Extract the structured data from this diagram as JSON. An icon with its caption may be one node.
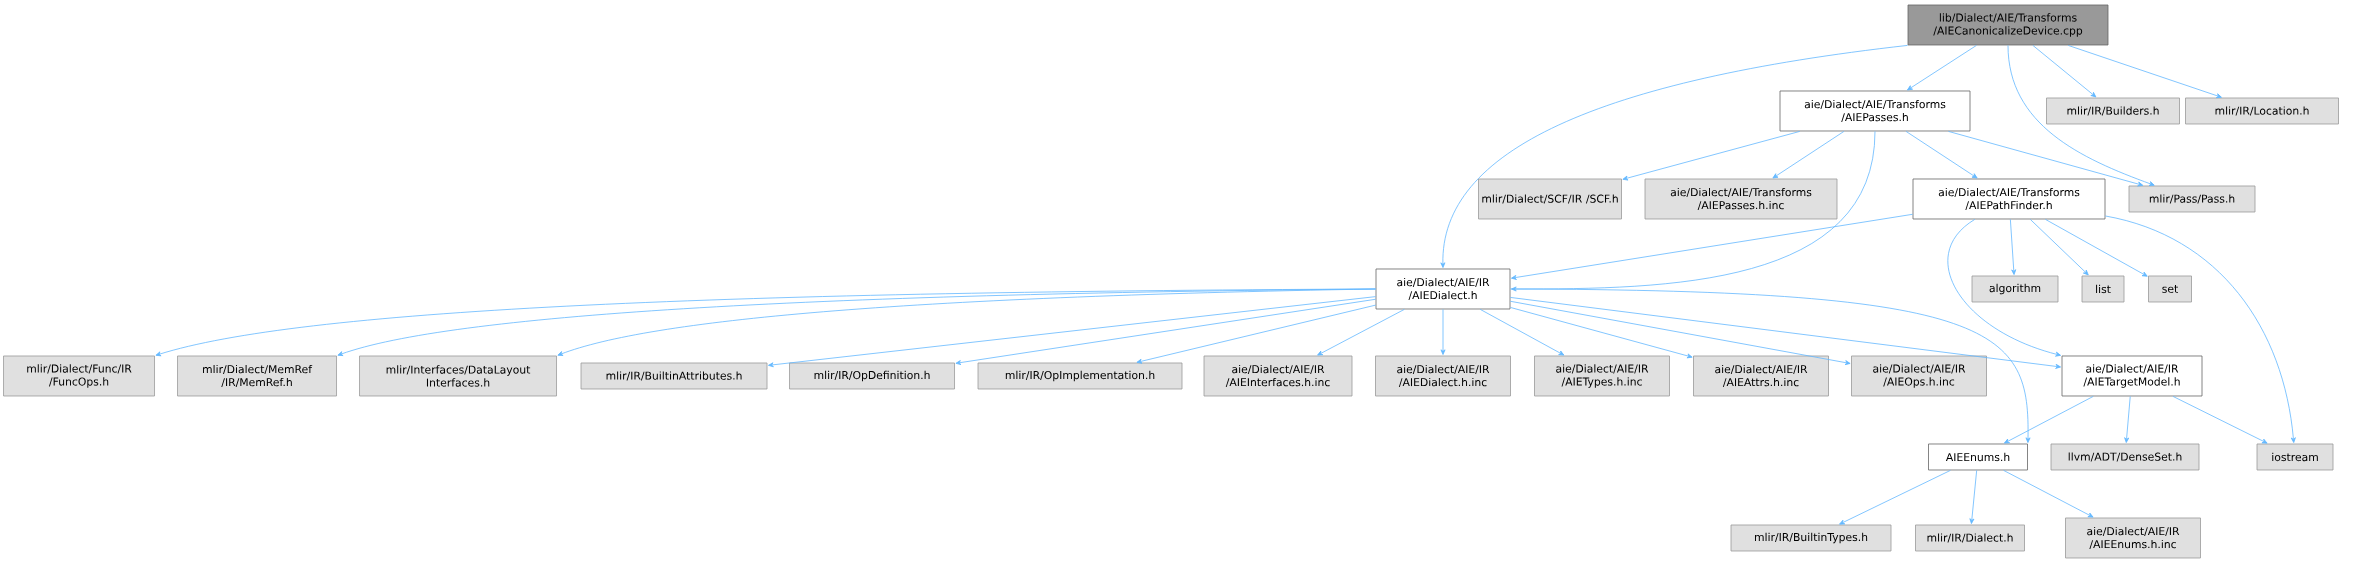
{
  "diagram": {
    "nodes": [
      {
        "text": [
          "lib/Dialect/AIE/Transforms /AIECanonicalizeDevice.cpp"
        ]
      },
      {
        "text": [
          "aie/Dialect/AIE/Transforms /AIEPasses.h"
        ]
      },
      {
        "text": [
          "mlir/IR/Builders.h"
        ]
      },
      {
        "text": [
          "mlir/IR/Location.h"
        ]
      },
      {
        "text": [
          "mlir/Dialect/SCF/IR /SCF.h"
        ]
      },
      {
        "text": [
          "aie/Dialect/AIE/Transforms /AIEPasses.h.inc"
        ]
      },
      {
        "text": [
          "aie/Dialect/AIE/Transforms /AIEPathFinder.h"
        ]
      },
      {
        "text": [
          "mlir/Pass/Pass.h"
        ]
      },
      {
        "text": [
          "aie/Dialect/AIE/IR /AIEDialect.h"
        ]
      },
      {
        "text": [
          "algorithm"
        ]
      },
      {
        "text": [
          "list"
        ]
      },
      {
        "text": [
          "set"
        ]
      },
      {
        "text": [
          "mlir/Dialect/Func/IR /FuncOps.h"
        ]
      },
      {
        "text": [
          "mlir/Dialect/MemRef /IR/MemRef.h"
        ]
      },
      {
        "text": [
          "mlir/Interfaces/DataLayout Interfaces.h"
        ]
      },
      {
        "text": [
          "mlir/IR/BuiltinAttributes.h"
        ]
      },
      {
        "text": [
          "mlir/IR/OpDefinition.h"
        ]
      },
      {
        "text": [
          "mlir/IR/OpImplementation.h"
        ]
      },
      {
        "text": [
          "aie/Dialect/AIE/IR /AIEInterfaces.h.inc"
        ]
      },
      {
        "text": [
          "aie/Dialect/AIE/IR /AIEDialect.h.inc"
        ]
      },
      {
        "text": [
          "aie/Dialect/AIE/IR /AIETypes.h.inc"
        ]
      },
      {
        "text": [
          "aie/Dialect/AIE/IR /AIEAttrs.h.inc"
        ]
      },
      {
        "text": [
          "aie/Dialect/AIE/IR /AIEOps.h.inc"
        ]
      },
      {
        "text": [
          "aie/Dialect/AIE/IR /AIETargetModel.h"
        ]
      },
      {
        "text": [
          "AIEEnums.h"
        ]
      },
      {
        "text": [
          "llvm/ADT/DenseSet.h"
        ]
      },
      {
        "text": [
          "iostream"
        ]
      },
      {
        "text": [
          "mlir/IR/BuiltinTypes.h"
        ]
      },
      {
        "text": [
          "mlir/IR/Dialect.h"
        ]
      },
      {
        "text": [
          "aie/Dialect/AIE/IR /AIEEnums.h.inc"
        ]
      }
    ],
    "edges": [
      {
        "from": 0,
        "to": 8,
        "arrow": "to"
      },
      {
        "from": 0,
        "to": 1,
        "arrow": "to"
      },
      {
        "from": 0,
        "to": 7,
        "arrow": "to"
      },
      {
        "from": 0,
        "to": 2,
        "arrow": "to"
      },
      {
        "from": 0,
        "to": 3,
        "arrow": "to"
      },
      {
        "from": 1,
        "to": 4,
        "arrow": "to"
      },
      {
        "from": 1,
        "to": 5,
        "arrow": "to"
      },
      {
        "from": 1,
        "to": 8,
        "arrow": "to"
      },
      {
        "from": 1,
        "to": 6,
        "arrow": "to"
      },
      {
        "from": 1,
        "to": 7,
        "arrow": "to"
      },
      {
        "from": 6,
        "to": 8,
        "arrow": "to"
      },
      {
        "from": 6,
        "to": 9,
        "arrow": "to"
      },
      {
        "from": 6,
        "to": 10,
        "arrow": "to"
      },
      {
        "from": 6,
        "to": 11,
        "arrow": "to"
      },
      {
        "from": 6,
        "to": 23,
        "arrow": "to"
      },
      {
        "from": 6,
        "to": 26,
        "arrow": "to"
      },
      {
        "from": 8,
        "to": 12,
        "arrow": "to"
      },
      {
        "from": 8,
        "to": 13,
        "arrow": "to"
      },
      {
        "from": 8,
        "to": 14,
        "arrow": "to"
      },
      {
        "from": 8,
        "to": 15,
        "arrow": "to"
      },
      {
        "from": 8,
        "to": 16,
        "arrow": "to"
      },
      {
        "from": 8,
        "to": 17,
        "arrow": "to"
      },
      {
        "from": 8,
        "to": 18,
        "arrow": "to"
      },
      {
        "from": 8,
        "to": 19,
        "arrow": "to"
      },
      {
        "from": 8,
        "to": 20,
        "arrow": "to"
      },
      {
        "from": 8,
        "to": 21,
        "arrow": "to"
      },
      {
        "from": 8,
        "to": 22,
        "arrow": "to"
      },
      {
        "from": 8,
        "to": 23,
        "arrow": "to"
      },
      {
        "from": 8,
        "to": 24,
        "arrow": "to"
      },
      {
        "from": 23,
        "to": 24,
        "arrow": "to"
      },
      {
        "from": 23,
        "to": 25,
        "arrow": "to"
      },
      {
        "from": 23,
        "to": 26,
        "arrow": "to"
      },
      {
        "from": 24,
        "to": 27,
        "arrow": "to"
      },
      {
        "from": 24,
        "to": 28,
        "arrow": "to"
      },
      {
        "from": 24,
        "to": 29,
        "arrow": "to"
      }
    ]
  }
}
